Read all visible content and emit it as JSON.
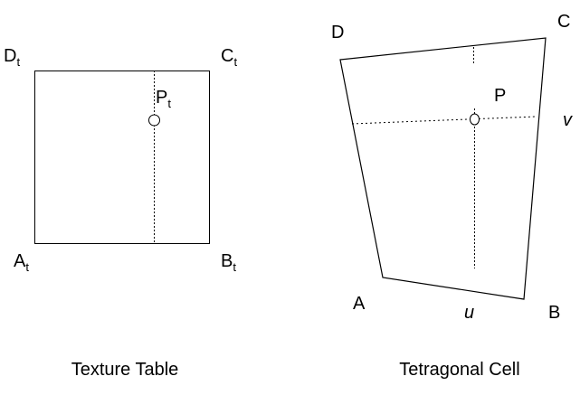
{
  "texture_table": {
    "title": "Texture Table",
    "corners": {
      "a": "A",
      "b": "B",
      "c": "C",
      "d": "D",
      "subscript": "t"
    },
    "point": "P",
    "point_subscript": "t"
  },
  "tetragonal_cell": {
    "title": "Tetragonal Cell",
    "corners": {
      "a": "A",
      "b": "B",
      "c": "C",
      "d": "D"
    },
    "point": "P",
    "u_label": "u",
    "v_label": "v"
  },
  "colors": {
    "stroke": "#000000",
    "background": "#ffffff"
  }
}
